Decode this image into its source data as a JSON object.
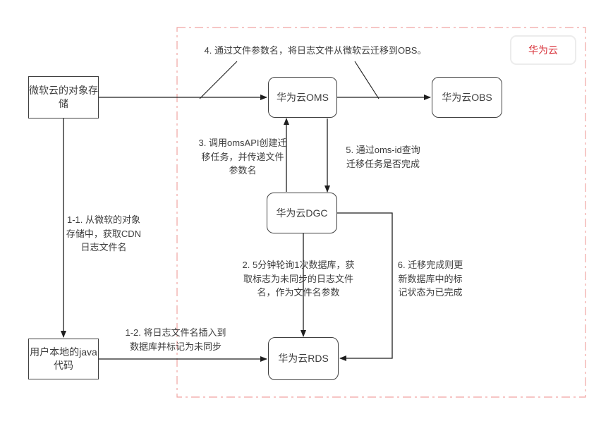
{
  "diagram": {
    "region_badge": {
      "label": "华为云"
    },
    "nodes": {
      "microsoft_storage": "微软云的对象存\n储",
      "oms": "华为云OMS",
      "obs": "华为云OBS",
      "dgc": "华为云DGC",
      "rds": "华为云RDS",
      "java_code": "用户本地的java\n代码"
    },
    "annotations": {
      "step4": "4. 通过文件参数名，将日志文件从微软云迁移到OBS。",
      "step3": "3. 调用omsAPI创建迁\n移任务，并传递文件\n参数名",
      "step5": "5. 通过oms-id查询\n迁移任务是否完成",
      "step2": "2. 5分钟轮询1次数据库，获\n取标志为未同步的日志文件\n名，作为文件名参数",
      "step6": "6. 迁移完成则更\n新数据库中的标\n记状态为已完成",
      "step1_1": "1-1. 从微软的对象\n存储中，获取CDN\n日志文件名",
      "step1_2": "1-2. 将日志文件名插入到\n数据库并标记为未同步"
    },
    "colors": {
      "badge_text": "#d9363e",
      "boundary_dash": "#f0a5a2",
      "node_border": "#404040",
      "line": "#1f1f1f",
      "text": "#3d3d3d"
    }
  }
}
